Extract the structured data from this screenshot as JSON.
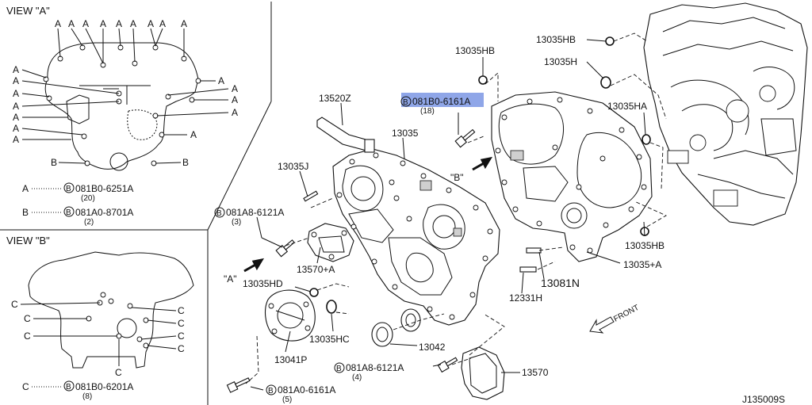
{
  "view_a": {
    "title": "VIEW \"A\"",
    "marker": "A",
    "marker_b": "B",
    "legend": [
      {
        "letter": "A",
        "part": "081B0-6251A",
        "qty": "(20)"
      },
      {
        "letter": "B",
        "part": "081A0-8701A",
        "qty": "(2)"
      }
    ]
  },
  "view_b": {
    "title": "VIEW \"B\"",
    "marker": "C",
    "legend": [
      {
        "letter": "C",
        "part": "081B0-6201A",
        "qty": "(8)"
      }
    ]
  },
  "bolt_symbol": "B",
  "callouts": {
    "p13035HB_top": "13035HB",
    "p13035HB_right_top": "13035HB",
    "p13035H": "13035H",
    "p13035HA": "13035HA",
    "p13035HB_lower": "13035HB",
    "p13035_plus_A": "13035+A",
    "p13081N": "13081N",
    "p12331H": "12331H",
    "p13520Z": "13520Z",
    "p13035": "13035",
    "p13035J": "13035J",
    "p13570_plus_A": "13570+A",
    "p13035HD": "13035HD",
    "p13035HC": "13035HC",
    "p13041P": "13041P",
    "p13042": "13042",
    "p13570": "13570",
    "bolt_0B1B0_6161A": {
      "part": "081B0-6161A",
      "qty": "(18)"
    },
    "bolt_081A8_6121A_top": {
      "part": "081A8-6121A",
      "qty": "(3)"
    },
    "bolt_081A8_6121A_bottom": {
      "part": "081A8-6121A",
      "qty": "(4)"
    },
    "bolt_081A0_6161A": {
      "part": "081A0-6161A",
      "qty": "(5)"
    }
  },
  "view_markers": {
    "a": "\"A\"",
    "b": "\"B\""
  },
  "front_label": "FRONT",
  "diagram_id": "J135009S"
}
